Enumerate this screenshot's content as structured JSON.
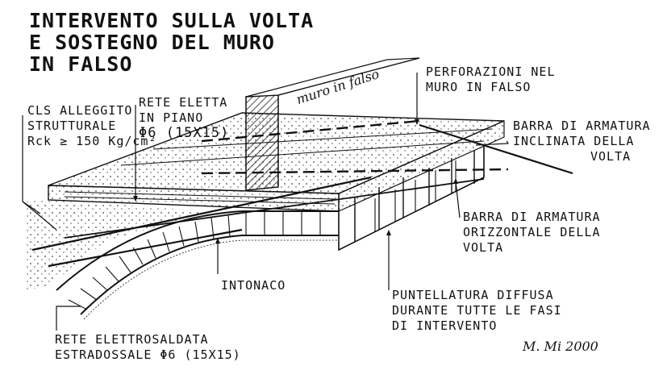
{
  "title": {
    "line1": "INTERVENTO SULLA VOLTA",
    "line2": "E SOSTEGNO DEL MURO",
    "line3": "IN FALSO"
  },
  "labels": {
    "muro_in_falso": "muro in falso",
    "perforazioni": [
      "PERFORAZIONI NEL",
      "MURO IN FALSO"
    ],
    "cls": [
      "CLS ALLEGGITO",
      "STRUTTURALE",
      "Rck ≥ 150 Kg/cm²"
    ],
    "rete_piano": [
      "RETE ELETTA",
      "IN PIANO",
      "Φ6 (15x15)"
    ],
    "barra_inclinata": [
      "BARRA DI ARMATURA",
      "INCLINATA DELLA",
      "VOLTA"
    ],
    "barra_orizzontale": [
      "BARRA DI ARMATURA",
      "ORIZZONTALE DELLA",
      "VOLTA"
    ],
    "intonaco": "INTONACO",
    "puntellatura": [
      "PUNTELLATURA DIFFUSA",
      "DURANTE TUTTE LE FASI",
      "DI INTERVENTO"
    ],
    "rete_estradossale": [
      "RETE ELETTROSALDATA",
      "ESTRADOSSALE Φ6 (15x15)"
    ],
    "signature": "M. Mi 2000"
  }
}
